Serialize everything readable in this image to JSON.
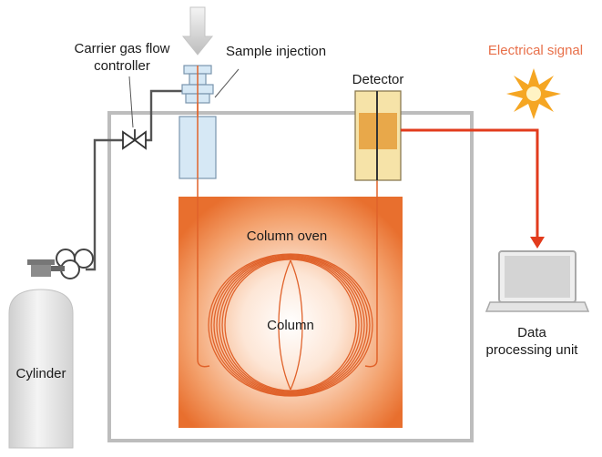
{
  "labels": {
    "carrier_gas_line1": "Carrier gas flow",
    "carrier_gas_line2": "controller",
    "sample_injection": "Sample injection",
    "detector": "Detector",
    "electrical_signal": "Electrical signal",
    "column_oven": "Column oven",
    "column": "Column",
    "cylinder": "Cylinder",
    "data_processing_line1": "Data",
    "data_processing_line2": "processing unit"
  },
  "colors": {
    "gas_line": "#555555",
    "oven_frame": "#bdbdbd",
    "column_tube": "#e0622a",
    "signal_arrow": "#e23b1c",
    "signal_text": "#e8704a",
    "spark": "#f5a623",
    "injector_body": "#d6e8f5",
    "detector_body": "#f6e3a8",
    "cylinder_body": "#e6e6e6"
  },
  "icons": {
    "inlet_arrow": "down-arrow-icon",
    "valve": "valve-icon",
    "regulator": "pressure-regulator-icon",
    "spark": "spark-icon",
    "laptop": "laptop-icon"
  }
}
